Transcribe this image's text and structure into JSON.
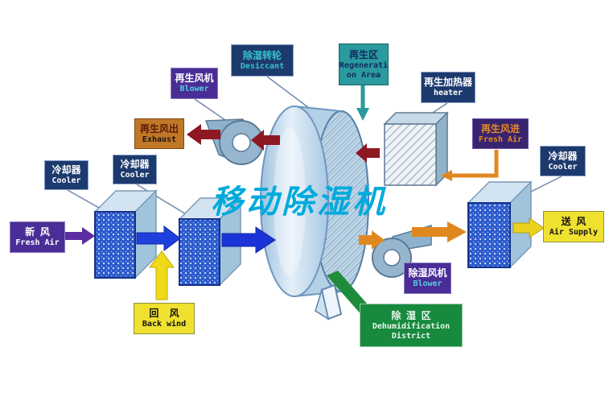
{
  "watermark": "移动除湿机",
  "palette": {
    "process_arrow_blue": "#1b34d6",
    "fresh_air_arrow_purple": "#5b2da0",
    "return_supply_arrow_yellow": "#f0da18",
    "hot_regen_arrow_orange": "#e08820",
    "exhaust_arrow_darkred": "#8e1822",
    "regen_area_teal": "#2a9a9e",
    "dehumid_zone_green": "#1f8c3c",
    "watermark_cyan": "#00aadc"
  },
  "labels": {
    "desiccant": {
      "zh": "除湿转轮",
      "en": "Desiccant"
    },
    "regen_area": {
      "zh": "再生区",
      "en": "Regenerati\non Area"
    },
    "regen_blower": {
      "zh": "再生风机",
      "en": "Blower"
    },
    "regen_heater": {
      "zh": "再生加热器",
      "en": "heater"
    },
    "exhaust": {
      "zh": "再生风出",
      "en": "Exhaust"
    },
    "regen_fresh_air": {
      "zh": "再生风进",
      "en": "Fresh Air"
    },
    "cooler_left": {
      "zh": "冷却器",
      "en": "Cooler"
    },
    "cooler_mid": {
      "zh": "冷却器",
      "en": "Cooler"
    },
    "cooler_right": {
      "zh": "冷却器",
      "en": "Cooler"
    },
    "fresh_air": {
      "zh": "新  风",
      "en": "Fresh Air"
    },
    "air_supply": {
      "zh": "送  风",
      "en": "Air Supply"
    },
    "back_wind": {
      "zh": "回    风",
      "en": "Back wind"
    },
    "dehumid_blower": {
      "zh": "除湿风机",
      "en": "Blower"
    },
    "dehumid_district": {
      "zh": "除  湿  区",
      "en": "Dehumidification\nDistrict"
    }
  }
}
